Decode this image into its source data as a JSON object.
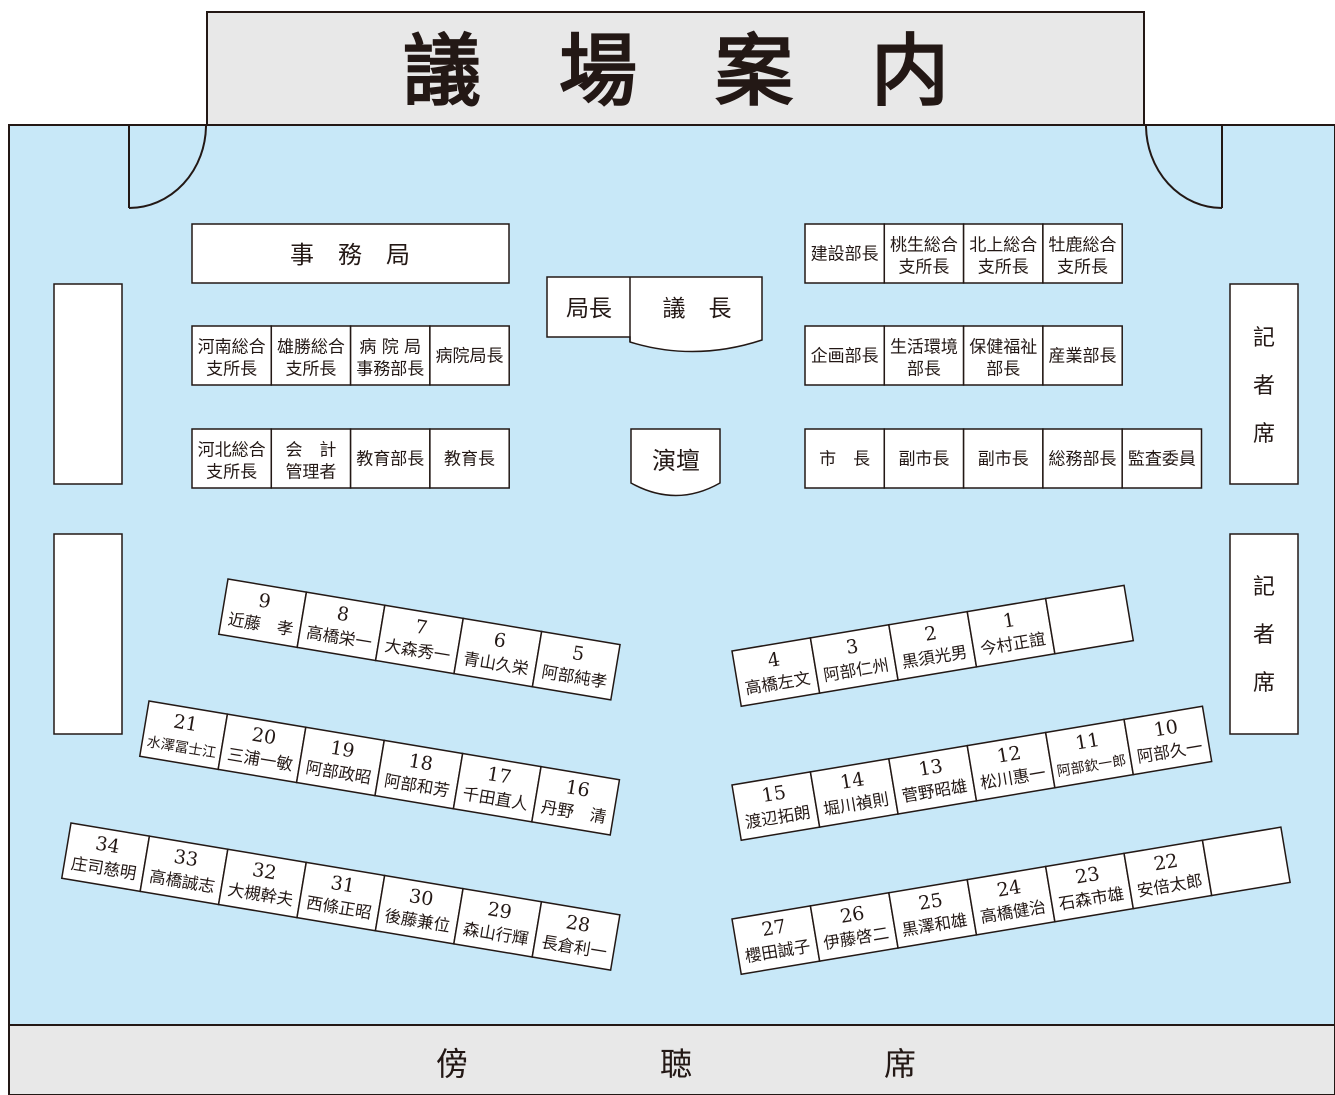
{
  "title": "議　場　案　内",
  "gallery": {
    "chars": [
      "傍",
      "聴",
      "席"
    ]
  },
  "press_seats": [
    {
      "chars": [
        "記",
        "者",
        "席"
      ]
    },
    {
      "chars": [
        "記",
        "者",
        "席"
      ]
    }
  ],
  "secretariat": "事　務　局",
  "speaker_desk": {
    "director": "局長",
    "chair": "議　長"
  },
  "podium": "演壇",
  "left_rows": [
    [
      {
        "lines": [
          "河南総合",
          "支所長"
        ]
      },
      {
        "lines": [
          "雄勝総合",
          "支所長"
        ]
      },
      {
        "lines": [
          "病 院 局",
          "事務部長"
        ]
      },
      {
        "lines": [
          "病院局長"
        ]
      }
    ],
    [
      {
        "lines": [
          "河北総合",
          "支所長"
        ]
      },
      {
        "lines": [
          "会　計",
          "管理者"
        ]
      },
      {
        "lines": [
          "教育部長"
        ]
      },
      {
        "lines": [
          "教育長"
        ]
      }
    ]
  ],
  "right_rows": [
    [
      {
        "lines": [
          "建設部長"
        ]
      },
      {
        "lines": [
          "桃生総合",
          "支所長"
        ]
      },
      {
        "lines": [
          "北上総合",
          "支所長"
        ]
      },
      {
        "lines": [
          "牡鹿総合",
          "支所長"
        ]
      }
    ],
    [
      {
        "lines": [
          "企画部長"
        ]
      },
      {
        "lines": [
          "生活環境",
          "部長"
        ]
      },
      {
        "lines": [
          "保健福祉",
          "部長"
        ]
      },
      {
        "lines": [
          "産業部長"
        ]
      }
    ],
    [
      {
        "lines": [
          "市　長"
        ]
      },
      {
        "lines": [
          "副市長"
        ]
      },
      {
        "lines": [
          "副市長"
        ]
      },
      {
        "lines": [
          "総務部長"
        ]
      },
      {
        "lines": [
          "監査委員"
        ]
      }
    ]
  ],
  "member_rows_left": [
    [
      {
        "num": "9",
        "name": "近藤　孝"
      },
      {
        "num": "8",
        "name": "高橋栄一"
      },
      {
        "num": "7",
        "name": "大森秀一"
      },
      {
        "num": "6",
        "name": "青山久栄"
      },
      {
        "num": "5",
        "name": "阿部純孝"
      }
    ],
    [
      {
        "num": "21",
        "name": "水澤冨士江"
      },
      {
        "num": "20",
        "name": "三浦一敏"
      },
      {
        "num": "19",
        "name": "阿部政昭"
      },
      {
        "num": "18",
        "name": "阿部和芳"
      },
      {
        "num": "17",
        "name": "千田直人"
      },
      {
        "num": "16",
        "name": "丹野　清"
      }
    ],
    [
      {
        "num": "34",
        "name": "庄司慈明"
      },
      {
        "num": "33",
        "name": "高橋誠志"
      },
      {
        "num": "32",
        "name": "大槻幹夫"
      },
      {
        "num": "31",
        "name": "西條正昭"
      },
      {
        "num": "30",
        "name": "後藤兼位"
      },
      {
        "num": "29",
        "name": "森山行輝"
      },
      {
        "num": "28",
        "name": "長倉利一"
      }
    ]
  ],
  "member_rows_right": [
    [
      {
        "num": "4",
        "name": "高橋左文"
      },
      {
        "num": "3",
        "name": "阿部仁州"
      },
      {
        "num": "2",
        "name": "黒須光男"
      },
      {
        "num": "1",
        "name": "今村正誼"
      },
      {
        "num": "",
        "name": ""
      }
    ],
    [
      {
        "num": "15",
        "name": "渡辺拓朗"
      },
      {
        "num": "14",
        "name": "堀川禎則"
      },
      {
        "num": "13",
        "name": "菅野昭雄"
      },
      {
        "num": "12",
        "name": "松川惠一"
      },
      {
        "num": "11",
        "name": "阿部欽一郎"
      },
      {
        "num": "10",
        "name": "阿部久一"
      }
    ],
    [
      {
        "num": "27",
        "name": "櫻田誠子"
      },
      {
        "num": "26",
        "name": "伊藤啓二"
      },
      {
        "num": "25",
        "name": "黒澤和雄"
      },
      {
        "num": "24",
        "name": "高橋健治"
      },
      {
        "num": "23",
        "name": "石森市雄"
      },
      {
        "num": "22",
        "name": "安倍太郎"
      },
      {
        "num": "",
        "name": ""
      }
    ]
  ],
  "colors": {
    "floor": "#c8e8f8",
    "banner": "#e8e8e8",
    "line": "#231815",
    "desk": "#ffffff"
  }
}
